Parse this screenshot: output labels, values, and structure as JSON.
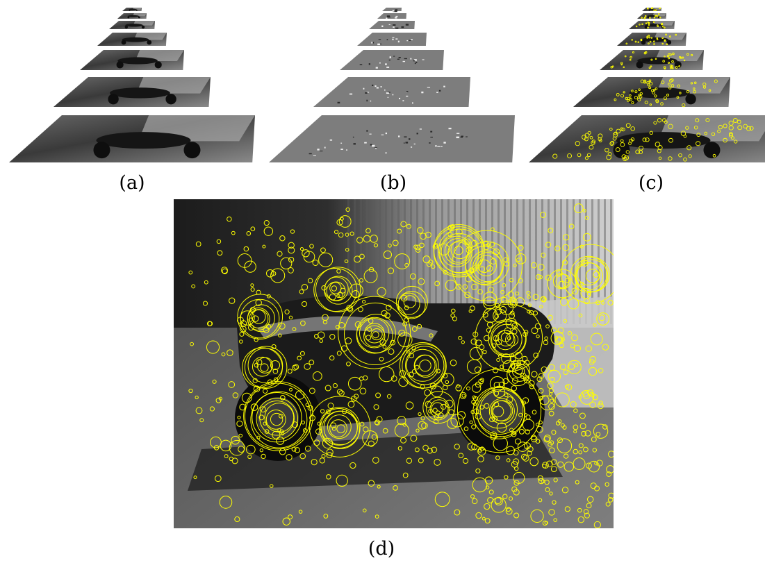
{
  "panels": {
    "a": {
      "caption": "(a)",
      "variant": "image"
    },
    "b": {
      "caption": "(b)",
      "variant": "dog"
    },
    "c": {
      "caption": "(c)",
      "variant": "keypoints"
    },
    "d": {
      "caption": "(d)"
    }
  },
  "pyramid_levels": 7,
  "colors": {
    "keypoint": "#ffff00",
    "dog_gray": "#7d7d7d",
    "background": "#ffffff"
  }
}
